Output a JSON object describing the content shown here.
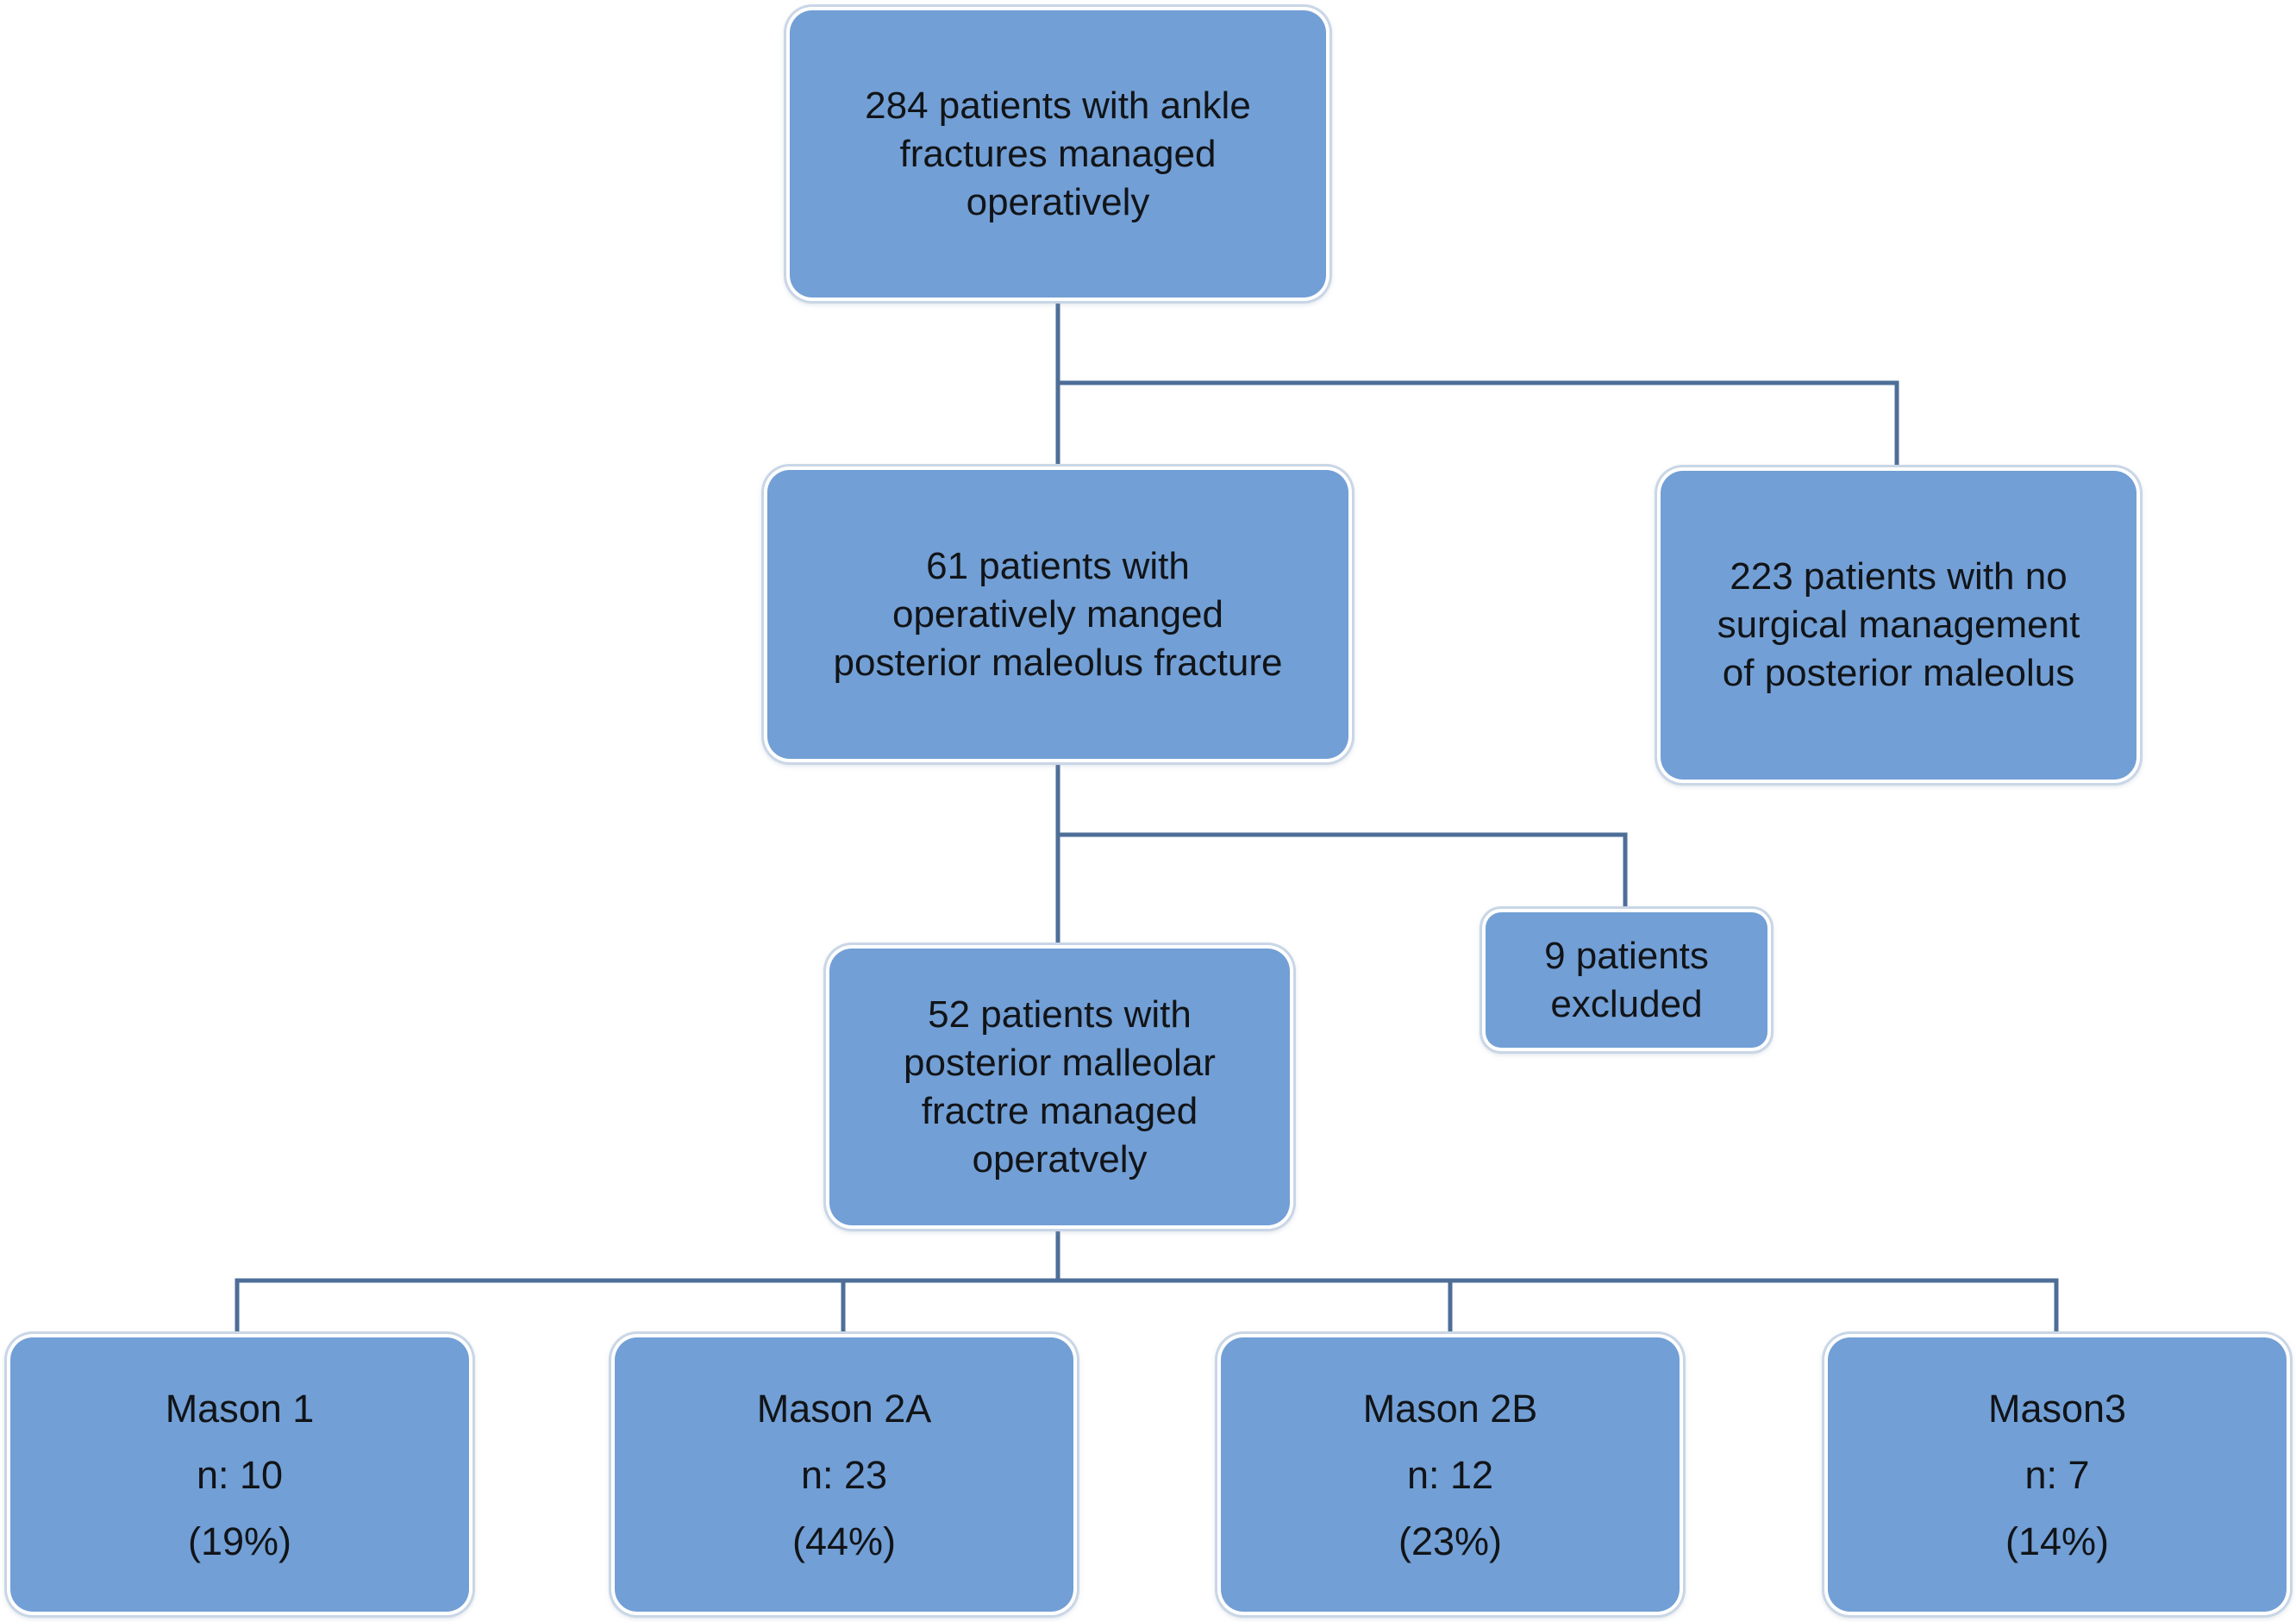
{
  "boxes": {
    "total": {
      "lines": [
        "284 patients with ankle",
        "fractures managed",
        "operatively"
      ]
    },
    "posterior_operative": {
      "lines": [
        "61 patients with",
        "operatively manged",
        "posterior maleolus fracture"
      ]
    },
    "no_surgical": {
      "lines": [
        "223 patients with no",
        "surgical management",
        "of posterior maleolus"
      ]
    },
    "excluded": {
      "lines": [
        "9 patients",
        "excluded"
      ]
    },
    "included": {
      "lines": [
        "52 patients with",
        "posterior malleolar",
        "fractre managed",
        "operatvely"
      ]
    }
  },
  "groups": [
    {
      "name": "Mason 1",
      "n": "n: 10",
      "pct": "(19%)"
    },
    {
      "name": "Mason 2A",
      "n": "n: 23",
      "pct": "(44%)"
    },
    {
      "name": "Mason 2B",
      "n": "n: 12",
      "pct": "(23%)"
    },
    {
      "name": "Mason3",
      "n": "n: 7",
      "pct": "(14%)"
    }
  ],
  "colors": {
    "box_fill": "#729fd5",
    "connector": "#4d6e97"
  }
}
